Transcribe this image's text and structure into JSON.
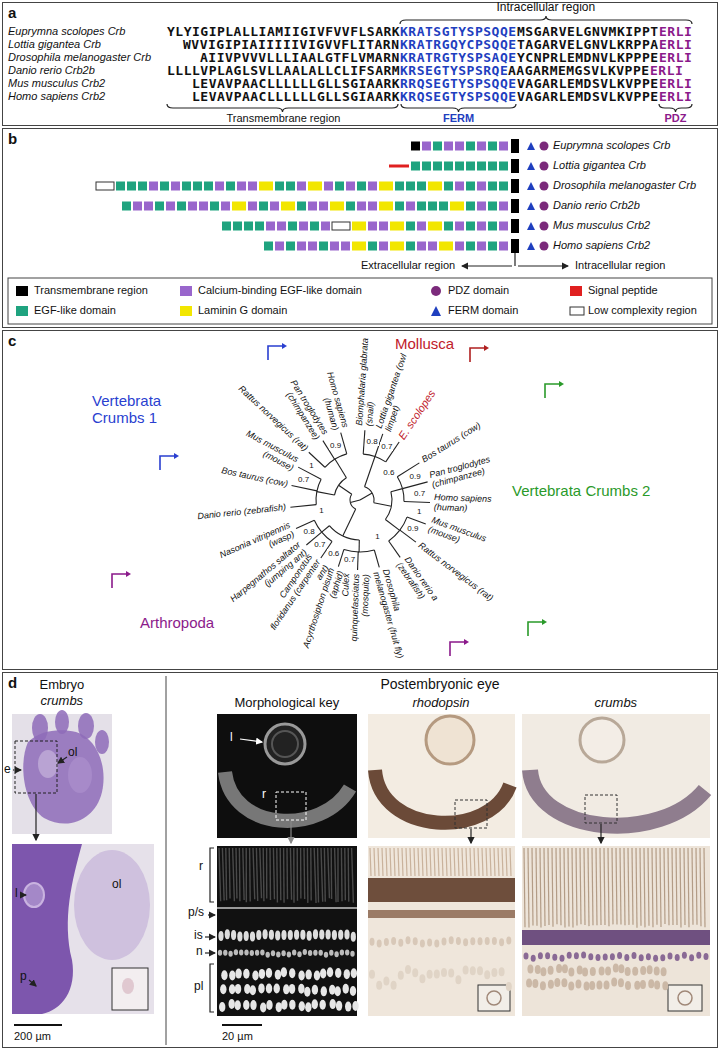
{
  "diagram": {
    "nodes": [
      {
        "text": [
          "a"
        ]
      },
      {
        "text": [
          "b"
        ]
      },
      {
        "text": [
          "c"
        ]
      },
      {
        "text": [
          "d"
        ]
      }
    ],
    "labels": [
      "Intracellular region",
      "Euprymna scolopes Crb",
      "Lottia gigantea Crb",
      "Drosophila melanogaster Crb",
      "Danio rerio Crb2b",
      "Mus musculus Crb2",
      "Homo sapiens Crb2",
      "YLYIGIPLALLIAMIIGIVFVVFLSARK",
      "KRATSGTYSPSQQE",
      "MSGARVELGNVMKIPPT",
      "ERLI",
      "WVVIGIPIAIIIIIVIGVVFLITARN",
      "KRATRGQYCPSQQE",
      "TAGARVELGNVLKRPPA",
      "ERLI",
      "AIIVPVVVLLLIAALGTFLVMARN",
      "KRATRGTYSPSAQE",
      "YCNPRLEMDNVLKPPPE",
      "ERLI",
      "LLLLVPLAGLSVLLAALALLCLIFSARM",
      "KRSEGTYSPSRQE",
      "AAGARMEMGSVLKVPPE",
      "ERLI",
      "LEVAVPAACLLLLLLGLLSGIAARK",
      "RRQSEGTYSPSQQE",
      "VAGARLEMDSVLKVPPE",
      "ERLI",
      "LEVAVPAACLLLLLLGLLSGIAARK",
      "KRQSEGTYSPSQQE",
      "VAGARLEMDSVLKVPPE",
      "ERLI",
      "Transmembrane region",
      "FERM",
      "PDZ",
      "Euprymna scolopes Crb",
      "Lottia gigantea Crb",
      "Drosophila melanogaster Crb",
      "Danio rerio Crb2b",
      "Mus musculus Crb2",
      "Homo sapiens Crb2",
      "Extracellular region",
      "Intracellular region",
      "Mollusca",
      "Vertebrata Crumbs 1",
      "Vertebrata Crumbs 2",
      "Arthropoda",
      "Biomphalaria glabrata (snail)",
      "Lottia gigantea (owl limpet)",
      "E. scolopes",
      "Bos taurus (cow)",
      "Pan troglodytes (chimpanzee)",
      "Homo sapiens (human)",
      "Mus musculus (mouse)",
      "Rattus norvegicus (rat)",
      "Danio rerio a (zebrafish)",
      "Drosophila melanogaster (fruit fly)",
      "Culex quinquefasciatus (mosquito)",
      "Acyrthosiphon pisum (aphid)",
      "Camponotus floridanus (carpenter ant)",
      "Harpegnathos saltator (jumping ant)",
      "Nasonia vitripennis (wasp)",
      "Danio rerio (zebrafish)",
      "Bos taurus (cow)",
      "Mus musculus (mouse)",
      "Rattus norvegicus (rat)",
      "Pan troglodytes (chimpanzee)",
      "Homo sapiens (human)",
      "0.8",
      "0.7",
      "0.6",
      "0.9",
      "0.7",
      "1",
      "0.9",
      "1",
      "0.7",
      "0.6",
      "0.7",
      "0.8",
      "1",
      "0.7",
      "1",
      "0.9",
      "Embryo",
      "crumbs",
      "e",
      "ol",
      "l",
      "ol",
      "p",
      "200 µm",
      "Postembryonic eye",
      "Morphological key",
      "rhodopsin",
      "crumbs",
      "l",
      "r",
      "r",
      "p/s",
      "is",
      "n",
      "pl",
      "20 µm"
    ],
    "legend": [
      {
        "text": "Transmembrane region",
        "color": "#000000"
      },
      {
        "text": "Calcium-binding EGF-like domain",
        "color": "#9966cc"
      },
      {
        "text": "PDZ domain"
      },
      {
        "text": "Signal peptide",
        "color": "#e02020"
      },
      {
        "text": "EGF-like domain",
        "color": "#1fa37f"
      },
      {
        "text": "Laminin G domain",
        "color": "#f2e600"
      },
      {
        "text": "FERM domain"
      },
      {
        "text": "Low complexity region"
      }
    ]
  }
}
